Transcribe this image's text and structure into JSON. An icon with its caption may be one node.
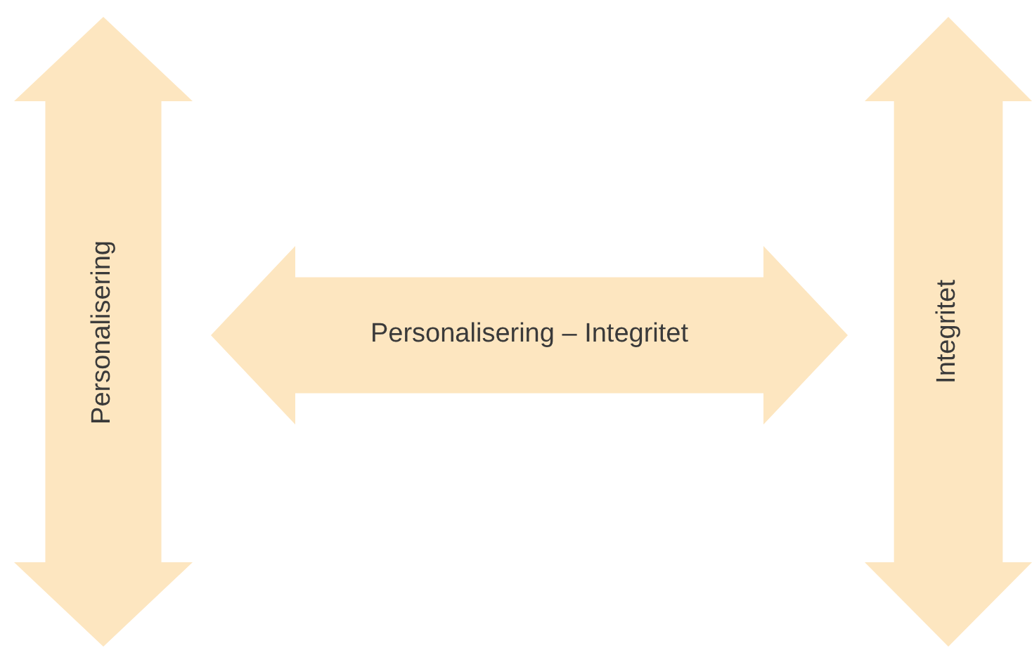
{
  "diagram": {
    "nodes": [
      {
        "text": [
          "Personalisering"
        ]
      },
      {
        "text": [
          "Personalisering – Integritet"
        ]
      },
      {
        "text": [
          "Integritet"
        ]
      }
    ]
  }
}
